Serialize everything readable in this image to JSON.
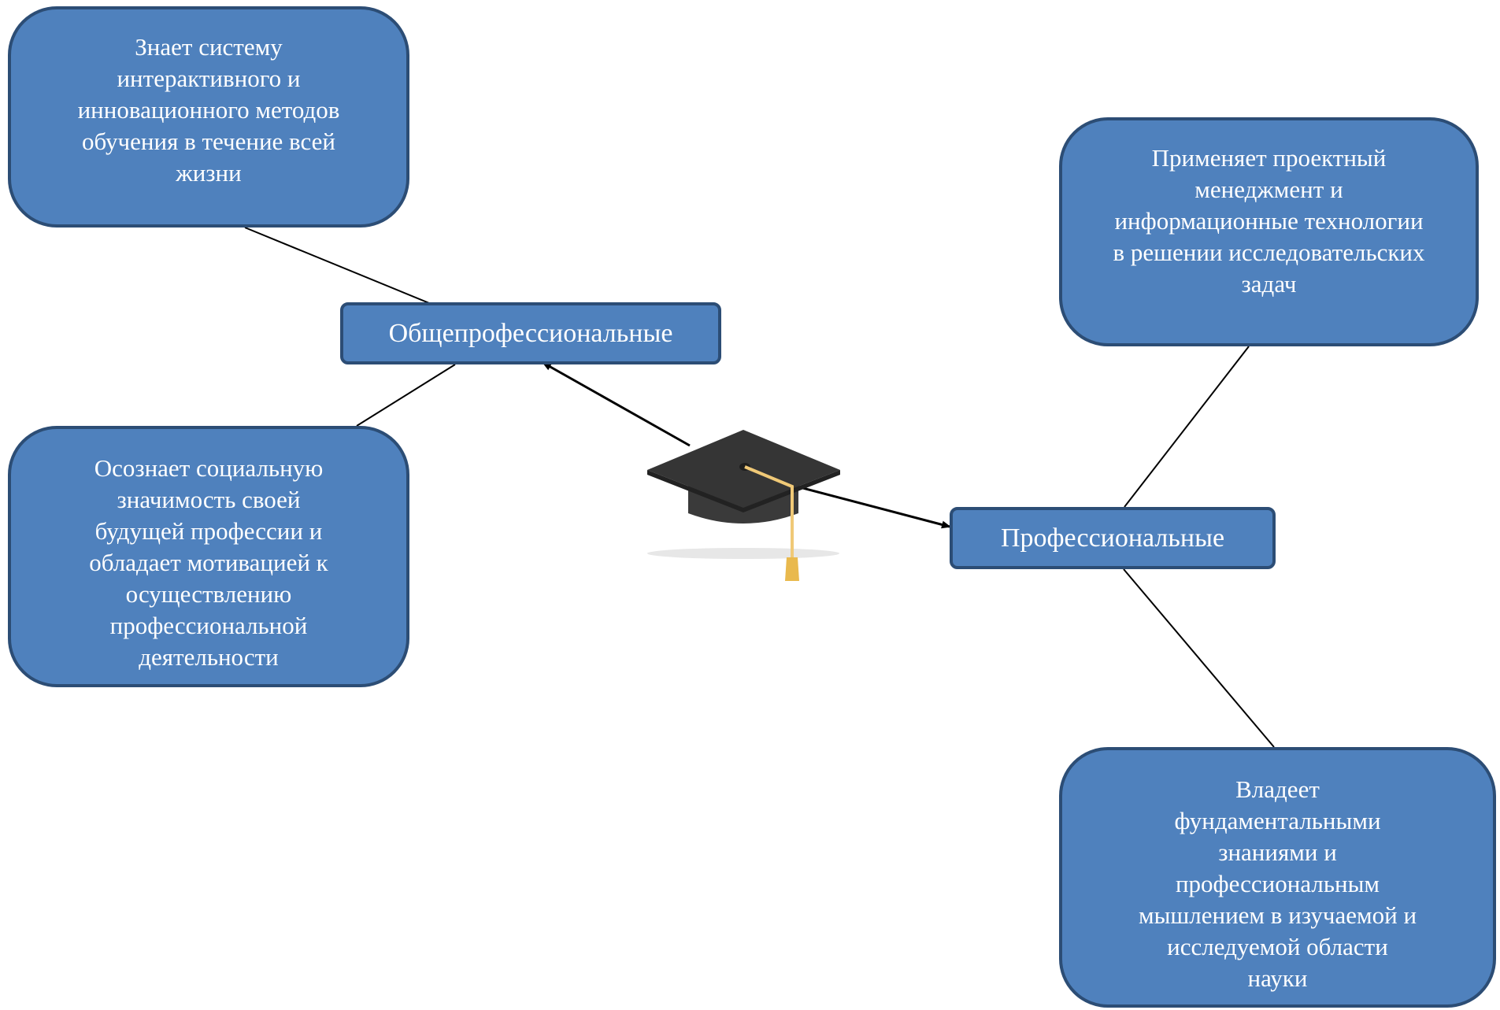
{
  "colors": {
    "node_fill": "#4f81bd",
    "node_border": "#2c4d75",
    "node_text": "#ffffff",
    "connector": "#000000",
    "cap_board": "#3a3a3a",
    "cap_tassel": "#f0c977"
  },
  "center_icon": "graduation-cap-icon",
  "categories": {
    "general": "Общепрофессиональные",
    "professional": "Профессиональные"
  },
  "competencies": {
    "lifelong": "Знает систему\nинтерактивного и\nинновационного методов\nобучения в течение всей\nжизни",
    "social": "Осознает социальную\nзначимость своей\nбудущей профессии и\nобладает мотивацией к\nосуществлению\nпрофессиональной\nдеятельности",
    "project": "Применяет проектный\nменеджмент и\nинформационные технологии\nв решении исследовательских\nзадач",
    "fundamental": "Владеет\nфундаментальными\nзнаниями и\nпрофессиональным\nмышлением в изучаемой и\nисследуемой области\nнауки"
  }
}
